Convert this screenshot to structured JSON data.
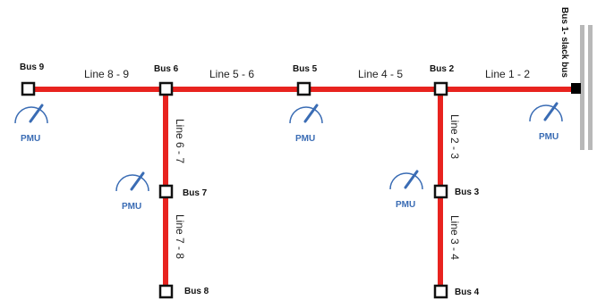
{
  "colors": {
    "line": "#e8231f",
    "node_fill": "#ffffff",
    "node_stroke": "#111111",
    "slack_fill": "#000000",
    "slack_bar": "#b8b8b8",
    "pmu": "#3a6cb4"
  },
  "buses": [
    {
      "id": "bus9",
      "label": "Bus 9"
    },
    {
      "id": "bus6",
      "label": "Bus 6"
    },
    {
      "id": "bus5",
      "label": "Bus 5"
    },
    {
      "id": "bus2",
      "label": "Bus 2"
    },
    {
      "id": "bus1",
      "label": "Bus 1- slack bus"
    },
    {
      "id": "bus7",
      "label": "Bus 7"
    },
    {
      "id": "bus8",
      "label": "Bus 8"
    },
    {
      "id": "bus3",
      "label": "Bus 3"
    },
    {
      "id": "bus4",
      "label": "Bus 4"
    }
  ],
  "lines": [
    {
      "id": "line89",
      "label": "Line 8 - 9"
    },
    {
      "id": "line56",
      "label": "Line 5 - 6"
    },
    {
      "id": "line45",
      "label": "Line 4 - 5"
    },
    {
      "id": "line12",
      "label": "Line 1 - 2"
    },
    {
      "id": "line67",
      "label": "Line 6 - 7"
    },
    {
      "id": "line78",
      "label": "Line 7 - 8"
    },
    {
      "id": "line23",
      "label": "Line 2 - 3"
    },
    {
      "id": "line34",
      "label": "Line 3 - 4"
    }
  ],
  "pmus": [
    {
      "id": "pmu-bus9",
      "label": "PMU",
      "icon": "gauge-icon"
    },
    {
      "id": "pmu-bus5",
      "label": "PMU",
      "icon": "gauge-icon"
    },
    {
      "id": "pmu-bus1",
      "label": "PMU",
      "icon": "gauge-icon"
    },
    {
      "id": "pmu-bus7",
      "label": "PMU",
      "icon": "gauge-icon"
    },
    {
      "id": "pmu-bus3",
      "label": "PMU",
      "icon": "gauge-icon"
    }
  ]
}
